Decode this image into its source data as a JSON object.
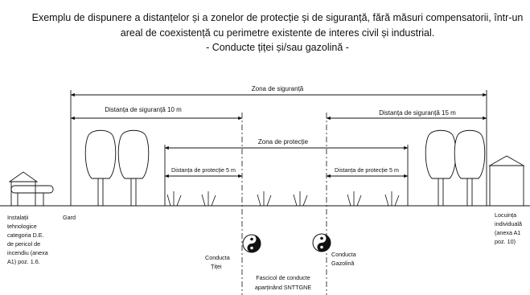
{
  "title": {
    "line1": "Exemplu de dispunere a distanțelor și a zonelor de protecție și de siguranță, fără  măsuri compensatorii, într-un",
    "line2": "areal de coexistență cu perimetre existente de interes civil și industrial.",
    "line3": "- Conducte țiței și/sau gazolină -"
  },
  "dimensions": {
    "zona_siguranta": "Zona de siguranță",
    "distanta_siguranta_left": "Distanța de siguranță 10 m",
    "distanta_siguranta_right": "Distanța de siguranță 15 m",
    "zona_protectie": "Zona de protecție",
    "distanta_protectie_left": "Distanța de protecție 5 m",
    "distanta_protectie_right": "Distanța de protecție 5 m"
  },
  "labels": {
    "instalatii": [
      "Instalații",
      "tehnologice",
      "categoria D.E.",
      "de pericol de",
      "incendiu (anexa",
      "A1) poz. 1.6."
    ],
    "gard": "Gard",
    "conducta_titei": [
      "Conducta",
      "Țiței"
    ],
    "conducta_gazolina": [
      "Conducta",
      "Gazolină"
    ],
    "fascicol": [
      "Fascicol de conducte",
      "aparținând SNTTGNE"
    ],
    "locuinta": [
      "Locuința",
      "individuală",
      "(anexa A1",
      "poz. 10)"
    ]
  },
  "icons": [
    "building-icon",
    "tree-icon",
    "grass-icon",
    "pipe-titei-icon",
    "pipe-gazolina-icon",
    "house-icon"
  ],
  "colors": {
    "ink": "#111111",
    "background": "#ffffff"
  }
}
